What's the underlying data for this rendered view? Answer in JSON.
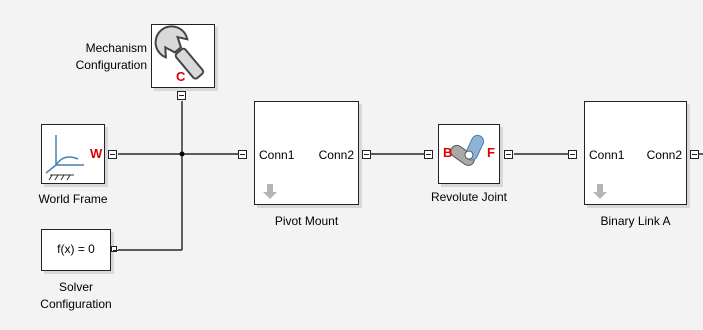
{
  "blocks": {
    "mechanism": {
      "label_line1": "Mechanism",
      "label_line2": "Configuration",
      "icon": "wrench-icon",
      "port_letter": "C"
    },
    "world_frame": {
      "label": "World Frame",
      "icon": "world-frame-icon",
      "port_letter": "W"
    },
    "solver": {
      "text": "f(x) = 0",
      "label_line1": "Solver",
      "label_line2": "Configuration"
    },
    "pivot_mount": {
      "port_left": "Conn1",
      "port_right": "Conn2",
      "label": "Pivot Mount"
    },
    "revolute_joint": {
      "label": "Revolute Joint",
      "icon": "revolute-joint-icon",
      "port_b": "B",
      "port_f": "F"
    },
    "binary_link_a": {
      "port_left": "Conn1",
      "port_right": "Conn2",
      "label": "Binary Link A"
    }
  },
  "colors": {
    "canvas": "#f3f3f3",
    "wire": "#000000",
    "port_letter": "#e00000",
    "icon_blue": "#4a7fb0",
    "arrow_gray": "#b5b5b5"
  }
}
